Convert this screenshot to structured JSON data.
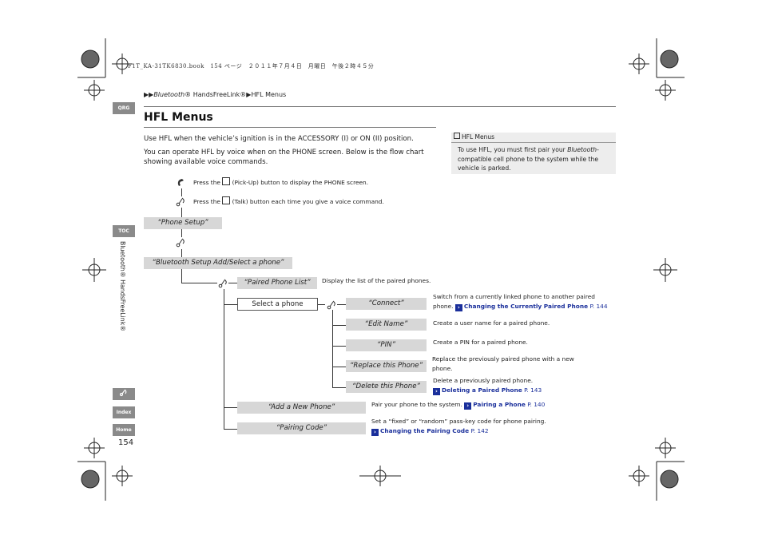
{
  "print_header": "F1T_KA-31TK6830.book　154 ページ　２０１１年７月４日　月曜日　午後２時４５分",
  "breadcrumb": {
    "italic": "Bluetooth",
    "rest": "® HandsFreeLink®▶HFL Menus",
    "prefix": "▶▶"
  },
  "title": "HFL Menus",
  "intro": [
    "Use HFL when the vehicle’s ignition is in the ACCESSORY (I) or ON (II) position.",
    "You can operate HFL by voice when on the PHONE screen. Below is the flow chart showing available voice commands."
  ],
  "sidebox": {
    "heading": "HFL Menus",
    "body_pre": "To use HFL, you must first pair your ",
    "body_italic": "Bluetooth",
    "body_post": "-compatible cell phone to the system while the vehicle is parked."
  },
  "tabs": {
    "qrg": "QRG",
    "toc": "TOC",
    "index": "Index",
    "home": "Home"
  },
  "side_title": "Bluetooth® HandsFreeLink®",
  "page_number": "154",
  "legend": {
    "pickup_pre": "Press the",
    "pickup_post": "(Pick-Up) button to display the PHONE screen.",
    "talk_pre": "Press the",
    "talk_post": "(Talk) button each time you give a voice command."
  },
  "flow": {
    "phone_setup": "“Phone Setup”",
    "bt_setup": "“Bluetooth Setup Add/Select a phone”",
    "paired_list": "“Paired Phone List”",
    "paired_list_desc": "Display the list of the paired phones.",
    "select_phone": "Select a phone",
    "connect": "“Connect”",
    "connect_desc": "Switch from a currently linked phone to another paired phone.",
    "connect_link": "Changing the Currently Paired Phone",
    "connect_page": "P. 144",
    "edit_name": "“Edit Name”",
    "edit_name_desc": "Create a user name for a paired phone.",
    "pin": "“PIN”",
    "pin_desc": "Create a PIN for a paired phone.",
    "replace": "“Replace this Phone”",
    "replace_desc": "Replace the previously paired phone with a new phone.",
    "delete": "“Delete this Phone”",
    "delete_desc": "Delete a previously paired phone.",
    "delete_link": "Deleting a Paired Phone",
    "delete_page": "P. 143",
    "add_new": "“Add a New Phone”",
    "add_new_desc": "Pair your phone to the system.",
    "add_new_link": "Pairing a Phone",
    "add_new_page": "P. 140",
    "pairing_code": "“Pairing Code”",
    "pairing_code_desc": "Set a “fixed” or “random” pass-key code for phone pairing.",
    "pairing_code_link": "Changing the Pairing Code",
    "pairing_code_page": "P. 142"
  },
  "colors": {
    "link": "#1a2f9b",
    "grey_box": "#d7d7d7",
    "tab": "#8a8a8a"
  }
}
